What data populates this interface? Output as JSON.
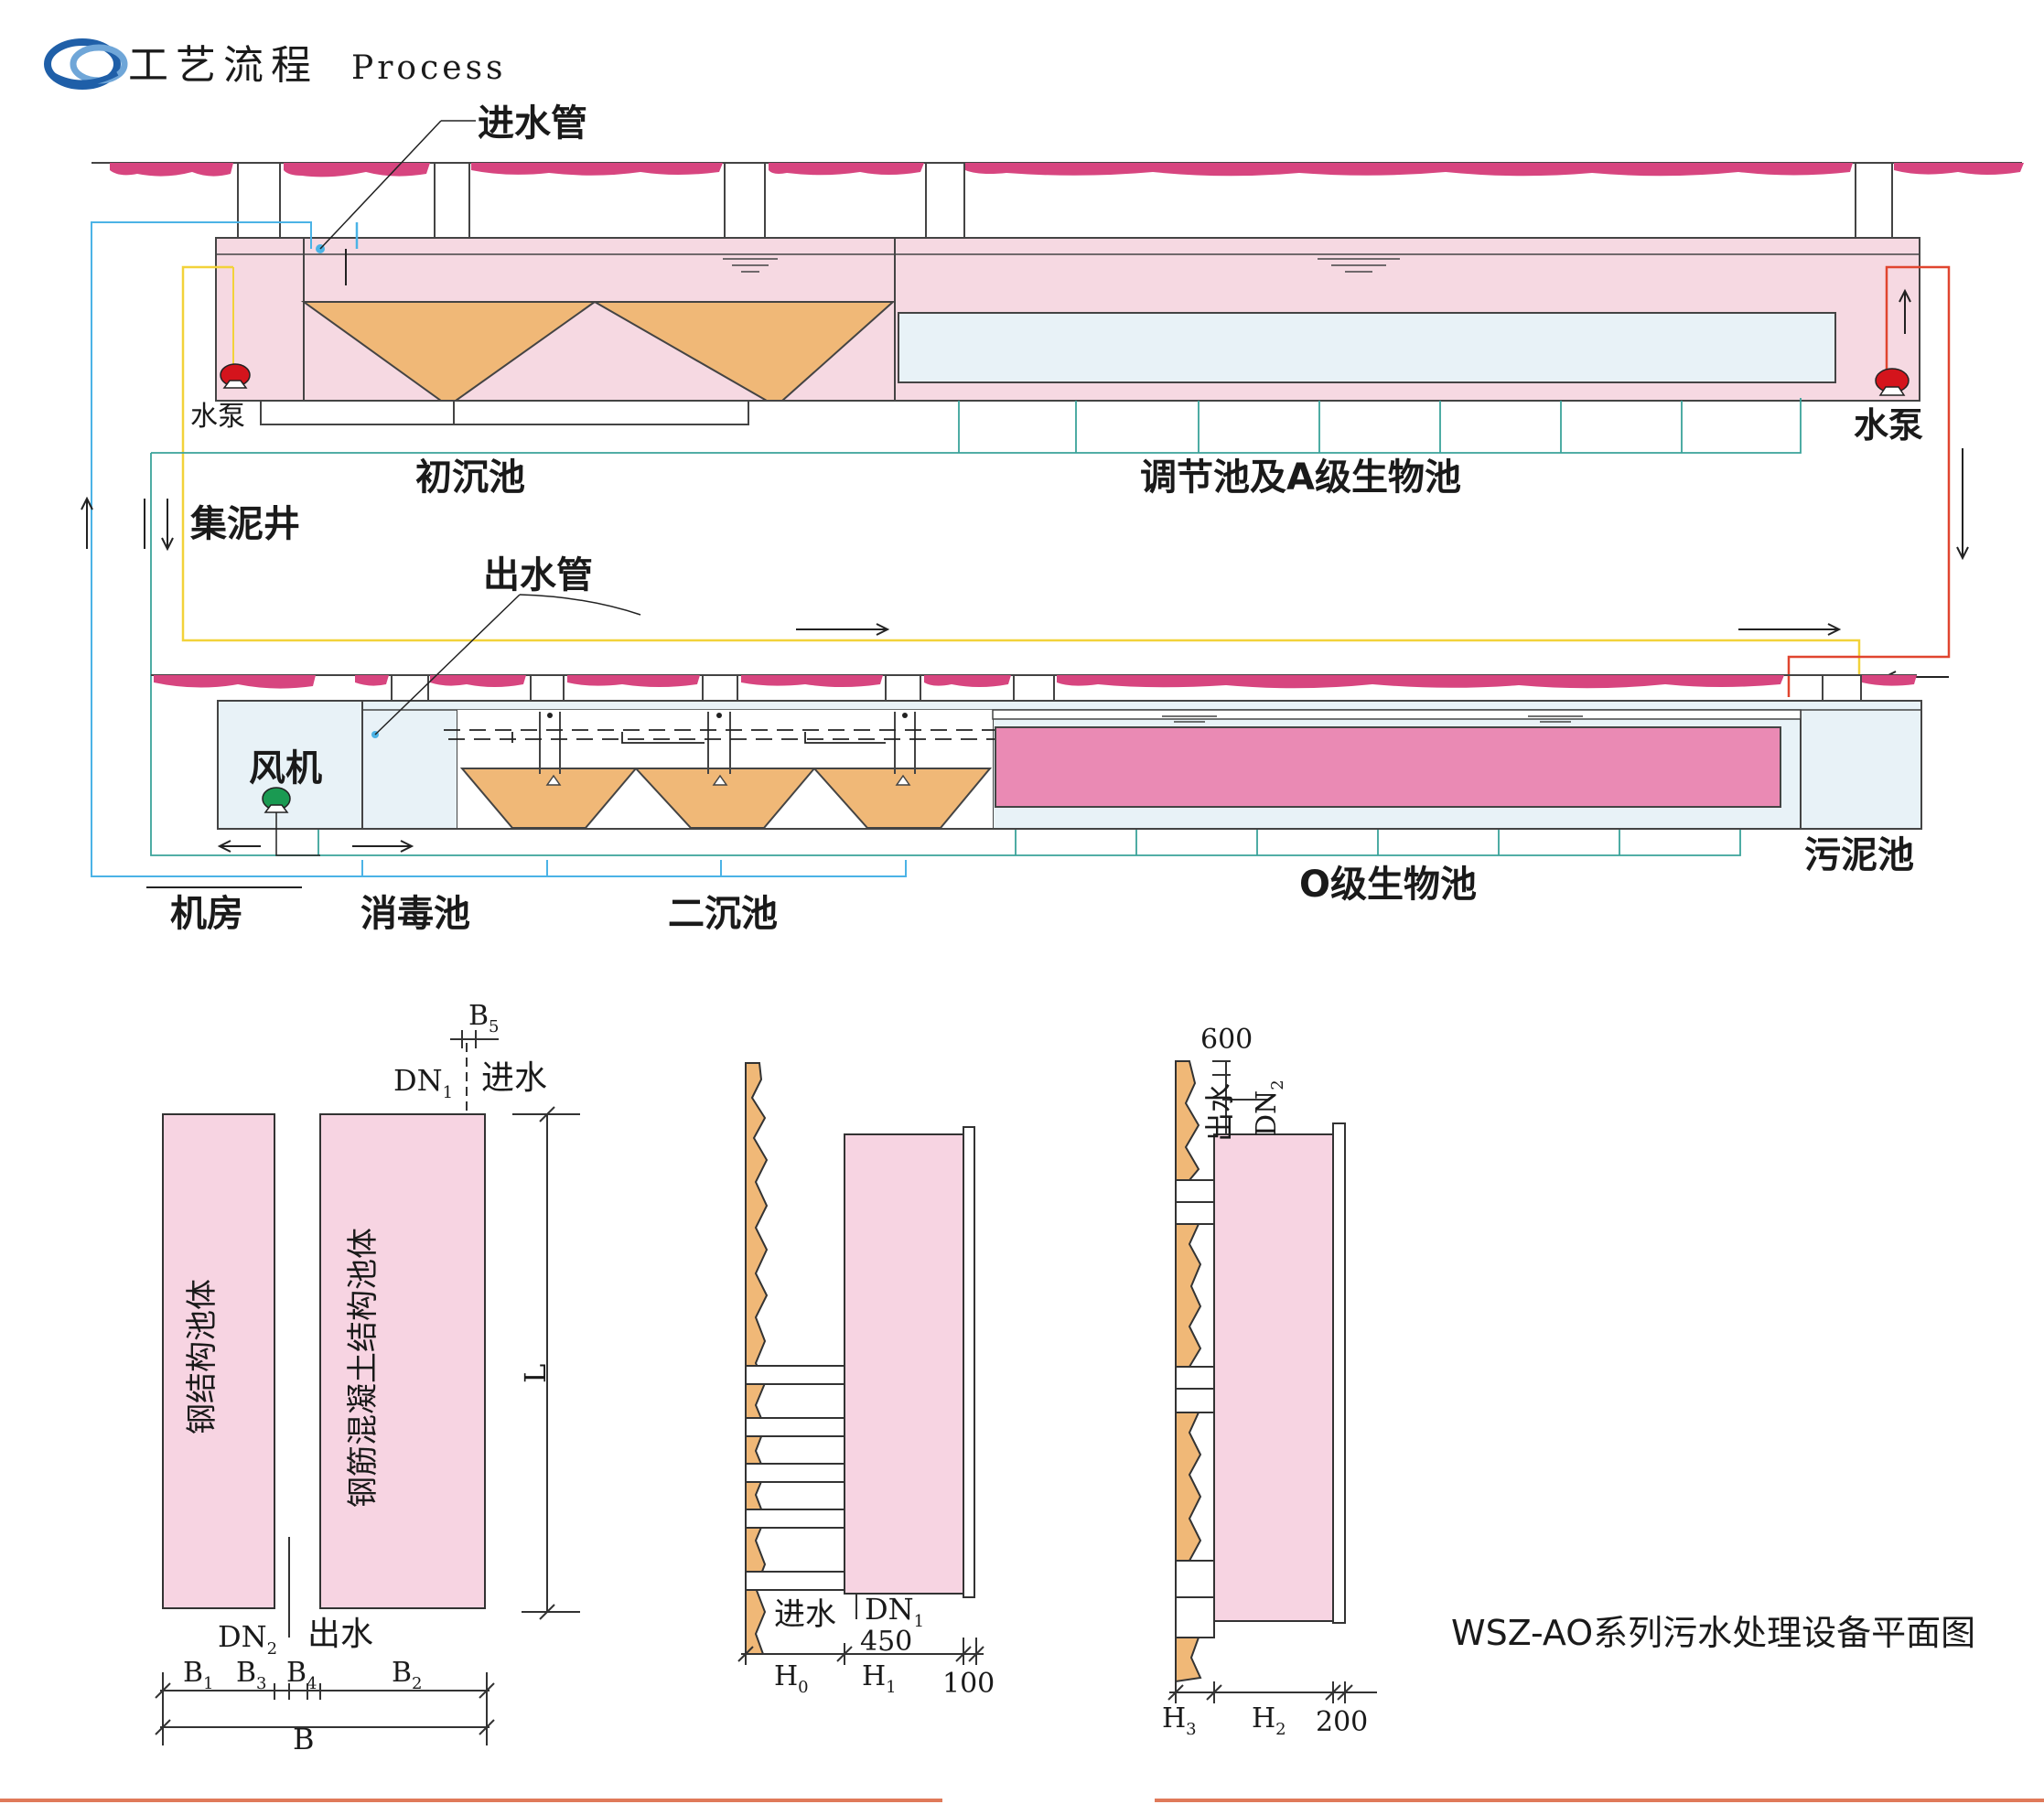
{
  "header": {
    "title": "工艺流程",
    "subtitle": "Process",
    "logo_colors": [
      "#1f5fa8",
      "#6fa6d8"
    ]
  },
  "flow": {
    "inlet_pipe": "进水管",
    "pump_left": "水泵",
    "pump_right": "水泵",
    "primary_tank": "初沉池",
    "equalization_tank": "调节池及A级生物池",
    "sludge_well": "集泥井",
    "outlet_pipe": "出水管",
    "blower": "风机",
    "machine_room": "机房",
    "disinfection_tank": "消毒池",
    "secondary_tank": "二沉池",
    "o_bio_tank": "O级生物池",
    "sludge_tank": "污泥池"
  },
  "plan": {
    "steel_body": "钢结构池体",
    "concrete_body": "钢筋混凝土结构池体",
    "dim_b5": "B",
    "dim_b5_sub": "5",
    "dn1": "DN",
    "dn1_sub": "1",
    "inlet": "进水",
    "dim_l": "L",
    "dn2": "DN",
    "dn2_sub": "2",
    "outlet": "出水",
    "b1": "B",
    "b1_sub": "1",
    "b3": "B",
    "b3_sub": "3",
    "b4": "B",
    "b4_sub": "4",
    "b2": "B",
    "b2_sub": "2",
    "b": "B"
  },
  "section_mid": {
    "inlet": "进水",
    "dn1": "DN",
    "dn1_sub": "1",
    "dim_450": "450",
    "h0": "H",
    "h0_sub": "0",
    "h1": "H",
    "h1_sub": "1",
    "dim_100": "100"
  },
  "section_right": {
    "dim_600": "600",
    "outlet": "出水",
    "dn2": "DN",
    "dn2_sub": "2",
    "h3": "H",
    "h3_sub": "3",
    "h2": "H",
    "h2_sub": "2",
    "dim_200": "200"
  },
  "caption": "WSZ-AO系列污水处理设备平面图",
  "colors": {
    "tank_pink": "#f6d9e2",
    "body_pink": "#f7d4e2",
    "hopper": "#f0b877",
    "o_tank": "#ea8ab4",
    "ground": "#d7457f",
    "bottom_rule": "#e07a5a",
    "line_blue": "#4bb3e6",
    "line_yellow": "#f2d23a",
    "line_red": "#e0452f",
    "line_teal": "#3aa39a",
    "pump_red": "#d4141c",
    "blower_green": "#1a9a52"
  }
}
